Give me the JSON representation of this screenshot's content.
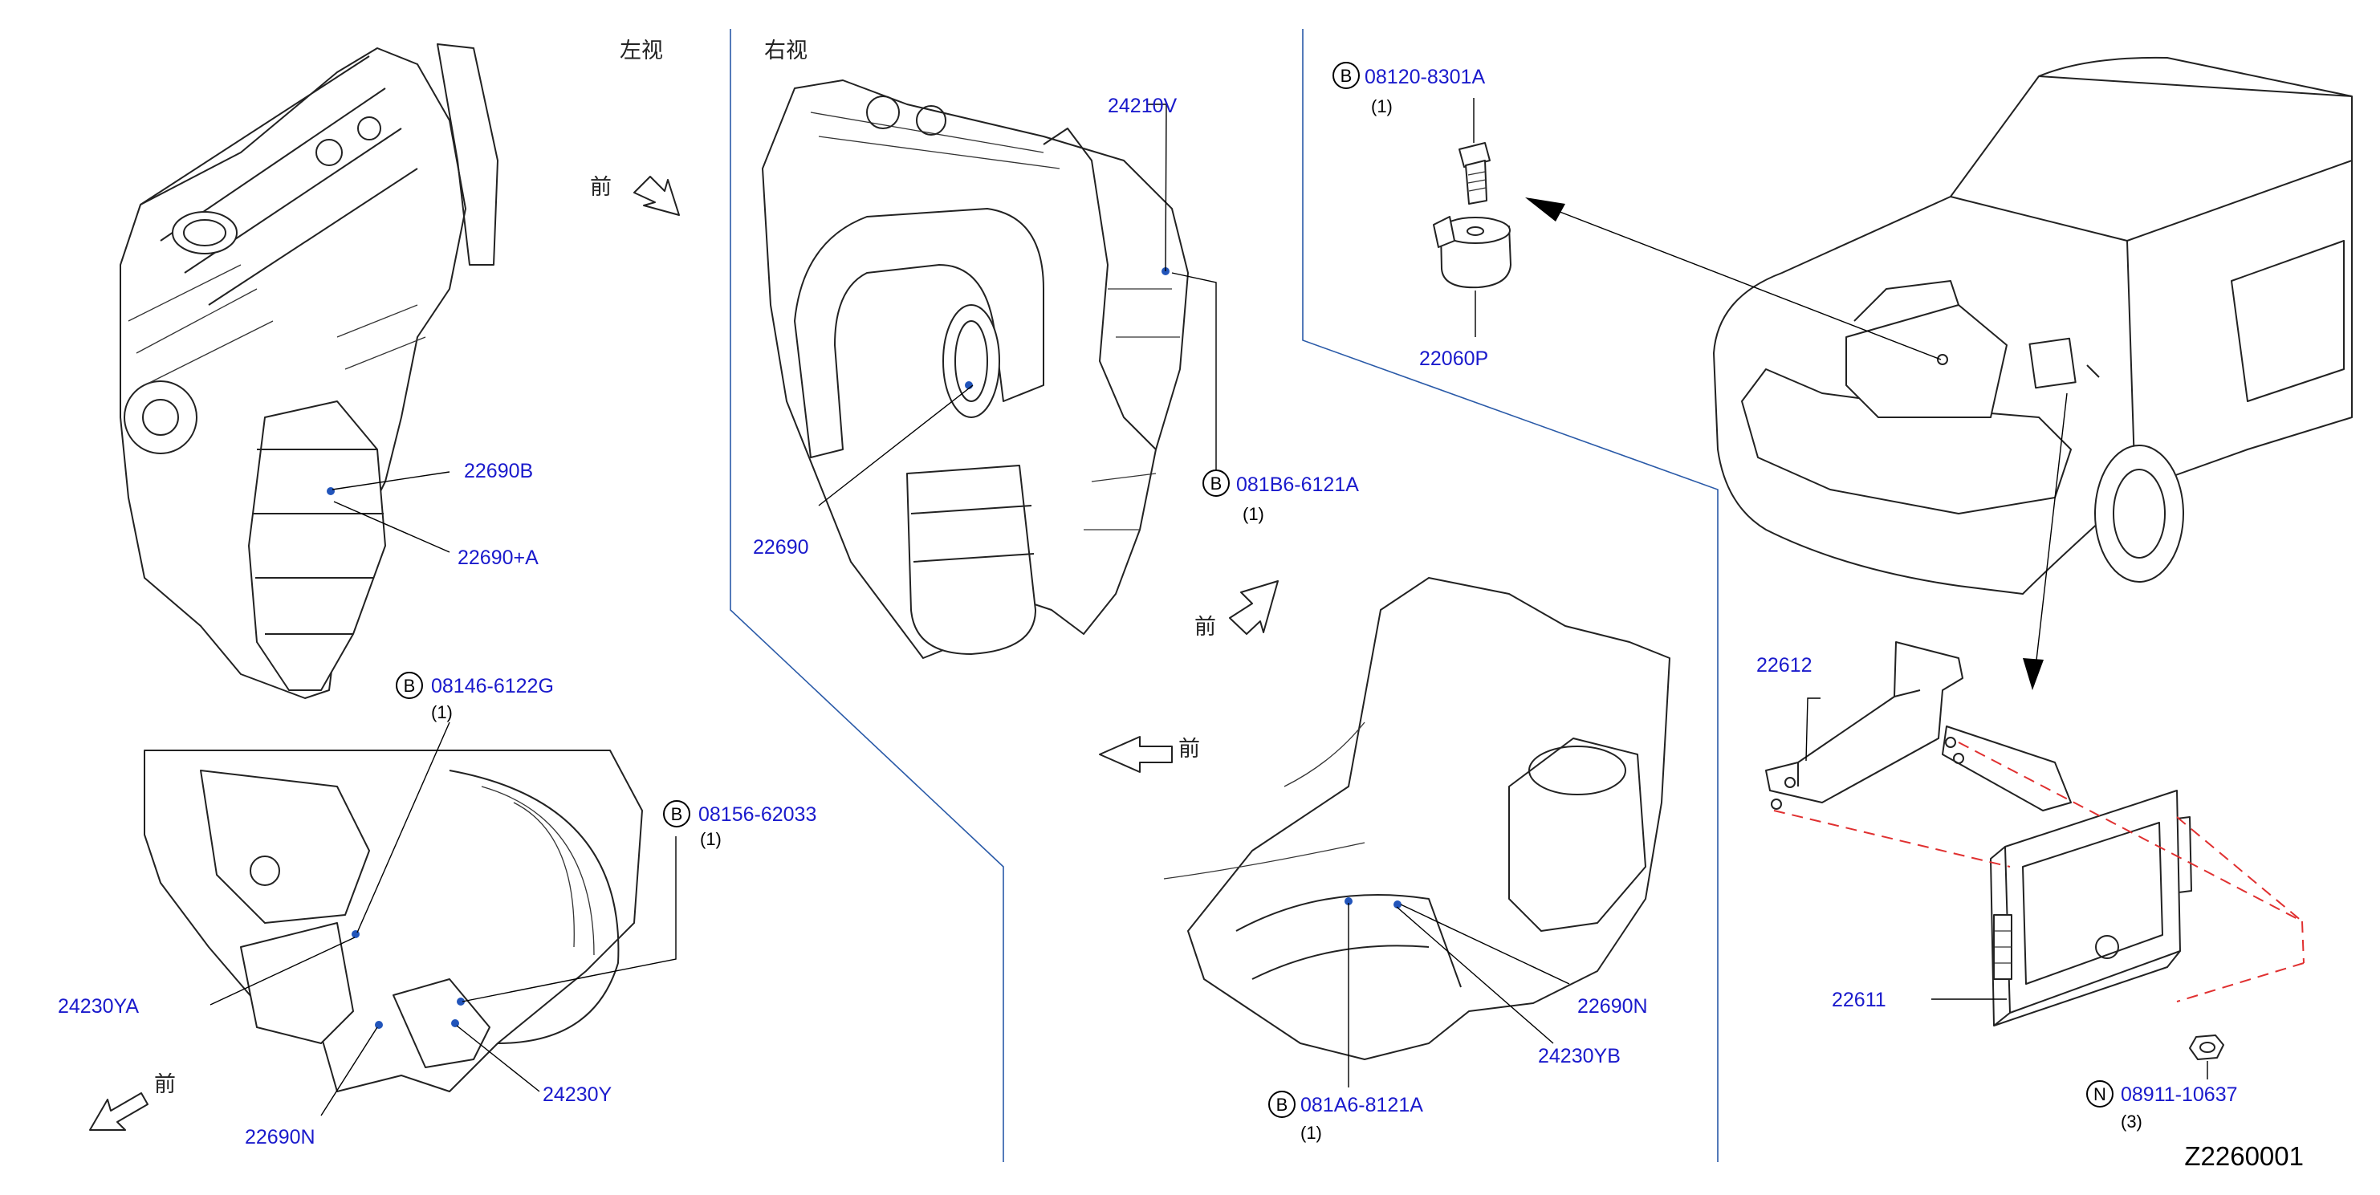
{
  "views": {
    "left_view": "左视",
    "right_view": "右视"
  },
  "direction_label": "前",
  "callouts": {
    "b_08120": {
      "badge": "B",
      "part": "08120-8301A",
      "qty": "(1)"
    },
    "p_22060P": "22060P",
    "p_24210V": "24210V",
    "b_081B6": {
      "badge": "B",
      "part": "081B6-6121A",
      "qty": "(1)"
    },
    "p_22690": "22690",
    "p_22690B": "22690B",
    "p_22690A": "22690+A",
    "b_08146": {
      "badge": "B",
      "part": "08146-6122G",
      "qty": "(1)"
    },
    "b_08156": {
      "badge": "B",
      "part": "08156-62033",
      "qty": "(1)"
    },
    "p_24230YA": "24230YA",
    "p_22690N_left": "22690N",
    "p_24230Y": "24230Y",
    "p_22690N_right": "22690N",
    "p_24230YB": "24230YB",
    "b_081A6": {
      "badge": "B",
      "part": "081A6-8121A",
      "qty": "(1)"
    },
    "p_22612": "22612",
    "p_22611": "22611",
    "n_08911": {
      "badge": "N",
      "part": "08911-10637",
      "qty": "(3)"
    }
  },
  "diagram_code": "Z2260001"
}
